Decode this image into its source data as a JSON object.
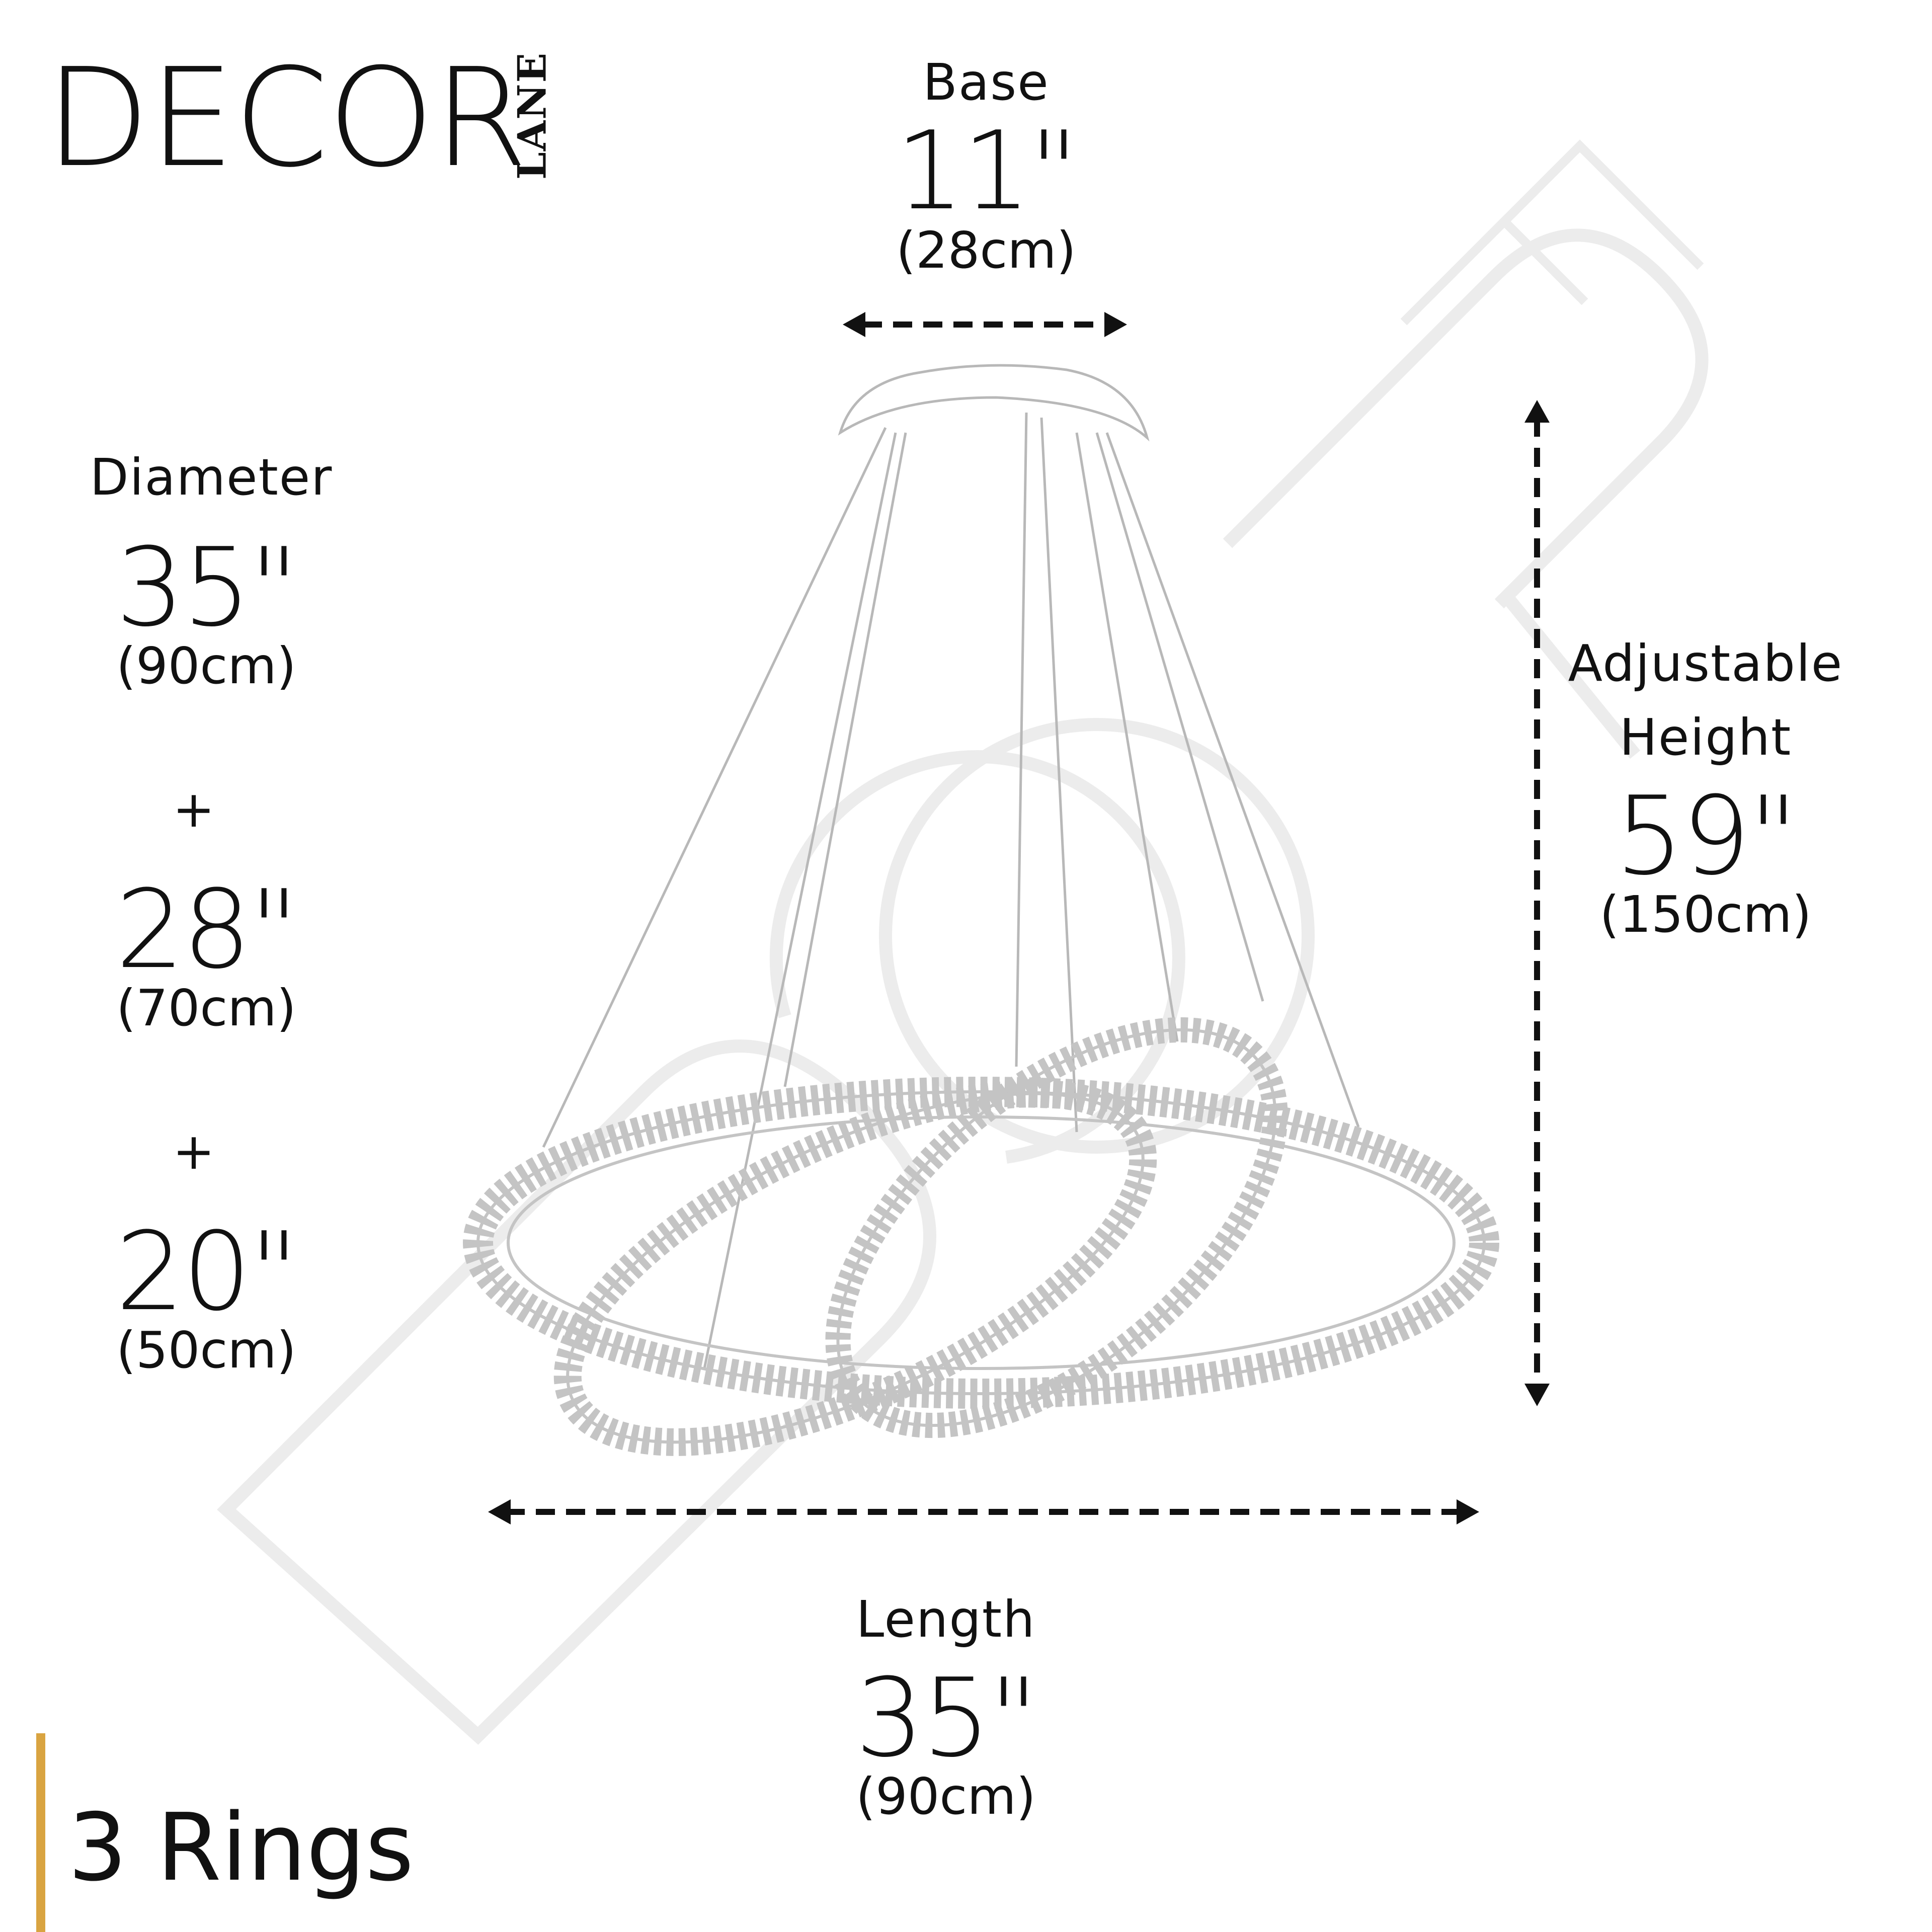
{
  "brand": {
    "name": "DECOR",
    "sub": "LANE"
  },
  "base": {
    "label": "Base",
    "inches": "11\"",
    "metric": "(28cm)"
  },
  "diameter": {
    "label": "Diameter",
    "plus_sign": "+",
    "sizes": [
      {
        "inches": "35\"",
        "metric": "(90cm)"
      },
      {
        "inches": "28\"",
        "metric": "(70cm)"
      },
      {
        "inches": "20\"",
        "metric": "(50cm)"
      }
    ]
  },
  "height": {
    "label_line1": "Adjustable",
    "label_line2": "Height",
    "inches": "59\"",
    "metric": "(150cm)"
  },
  "length": {
    "label": "Length",
    "inches": "35\"",
    "metric": "(90cm)"
  },
  "rings": {
    "title": "3 Rings"
  },
  "colors": {
    "accent": "#D9A441",
    "text": "#111111",
    "watermark": "#ebebeb",
    "product": "#b8b8b8"
  }
}
